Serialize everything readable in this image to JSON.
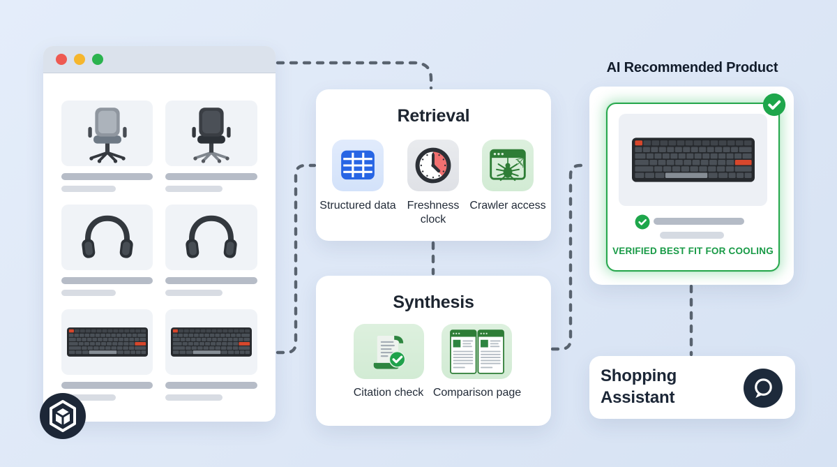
{
  "diagram": {
    "browser_window": {
      "traffic_lights": [
        {
          "name": "close",
          "color": "#ee5a52"
        },
        {
          "name": "minimize",
          "color": "#f5b62d"
        },
        {
          "name": "zoom",
          "color": "#2bb34f"
        }
      ],
      "products": [
        {
          "name": "office-chair-gray"
        },
        {
          "name": "office-chair-black"
        },
        {
          "name": "headphones"
        },
        {
          "name": "headphones"
        },
        {
          "name": "mechanical-keyboard"
        },
        {
          "name": "mechanical-keyboard"
        }
      ]
    },
    "retrieval_card": {
      "title": "Retrieval",
      "items": [
        {
          "label": "Structured data",
          "icon": "table-icon",
          "icon_color": "#2765e4"
        },
        {
          "label": "Freshness clock",
          "icon": "clock-icon",
          "icon_color": "#2c3036"
        },
        {
          "label": "Crawler access",
          "icon": "spider-icon",
          "icon_color": "#2e7d36"
        }
      ]
    },
    "synthesis_card": {
      "title": "Synthesis",
      "items": [
        {
          "label": "Citation check",
          "icon": "scroll-check-icon",
          "icon_color": "#2e8540"
        },
        {
          "label": "Comparison page",
          "icon": "comparison-pages-icon",
          "icon_color": "#2e7d36"
        }
      ]
    },
    "recommendation": {
      "heading": "AI Recommended Product",
      "verified_label": "VERIFIED BEST FIT FOR COOLING",
      "product": "mechanical-keyboard",
      "accent_color": "#27a84d"
    },
    "assistant": {
      "label": "Shopping Assistant",
      "icon": "chat-bubble-icon"
    },
    "colors": {
      "background": "#dde7f6",
      "dashed_line": "#59636f",
      "card": "#ffffff",
      "navy_circle": "#1d2737",
      "success_green": "#1fa24b"
    }
  }
}
